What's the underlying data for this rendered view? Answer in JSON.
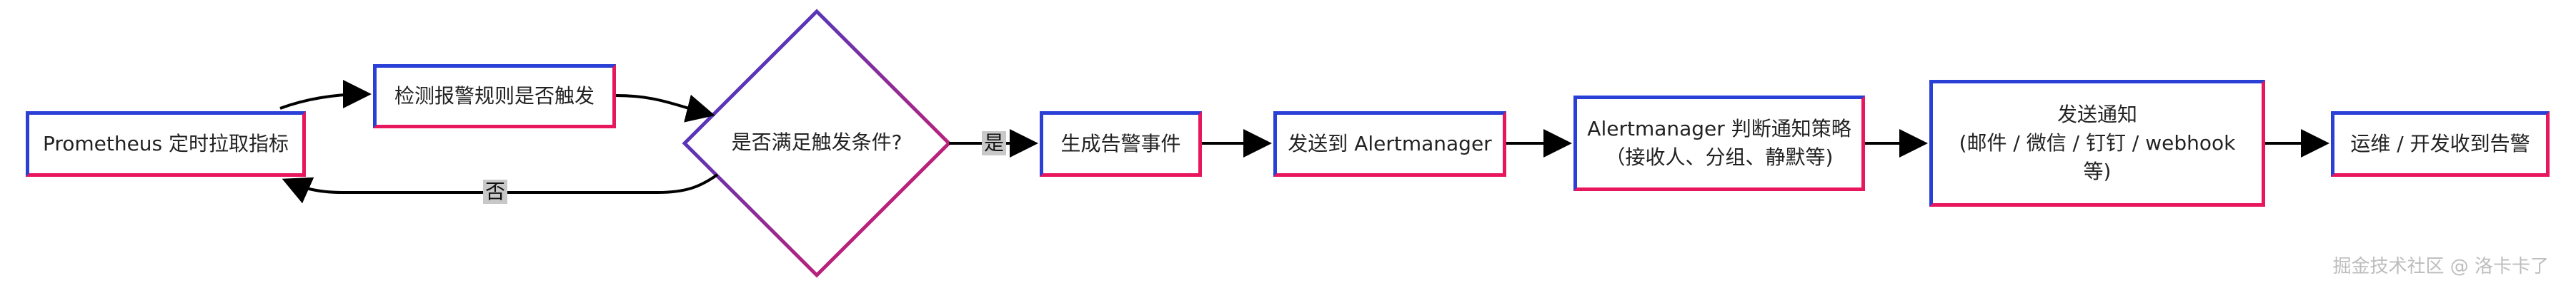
{
  "diagram": {
    "nodes": {
      "prometheus": "Prometheus 定时拉取指标",
      "rule_check": "检测报警规则是否触发",
      "decision": "是否满足触发条件?",
      "create_event": "生成告警事件",
      "send_am": "发送到 Alertmanager",
      "am_decide": "Alertmanager 判断通知策略\n（接收人、分组、静默等)",
      "notify": "发送通知\n(邮件 / 微信 / 钉钉 / webhook\n等)",
      "receivers": "运维 / 开发收到告警"
    },
    "edge_labels": {
      "yes": "是",
      "no": "否"
    },
    "colors": {
      "gradient_start": "#2a3fd6",
      "gradient_end": "#e8175d",
      "arrow": "#000000"
    }
  },
  "watermark": "掘金技术社区 @ 洛卡卡了"
}
